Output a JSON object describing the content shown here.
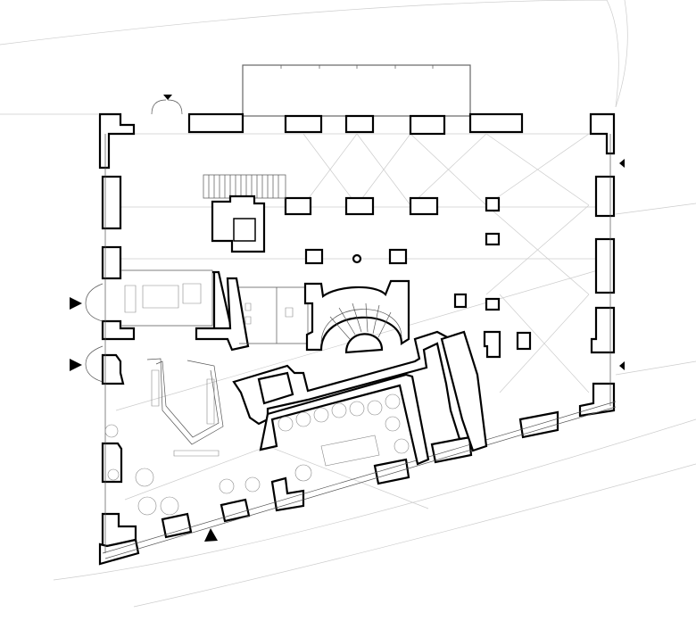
{
  "plan": {
    "kind": "ground-floor-plan",
    "colors": {
      "wall": "#000000",
      "furniture": "#888888",
      "site_lines": "#cccccc",
      "background": "#ffffff"
    },
    "entrances": [
      {
        "id": "north-door",
        "glyph": "small-triangle"
      },
      {
        "id": "west-door-1",
        "glyph": "triangle"
      },
      {
        "id": "west-door-2",
        "glyph": "triangle"
      },
      {
        "id": "south-door",
        "glyph": "triangle"
      },
      {
        "id": "east-door-1",
        "glyph": "small-triangle"
      },
      {
        "id": "east-door-2",
        "glyph": "small-triangle"
      }
    ]
  }
}
